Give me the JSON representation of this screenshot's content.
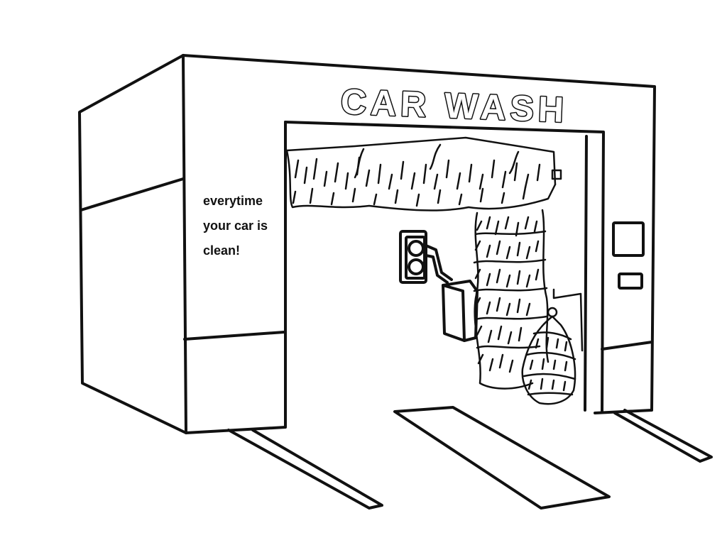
{
  "sign": {
    "title": "CAR WASH"
  },
  "side_panel": {
    "lines": [
      "everytime",
      "your car is",
      "clean!"
    ]
  },
  "colors": {
    "line": "#111111",
    "background": "#ffffff"
  }
}
